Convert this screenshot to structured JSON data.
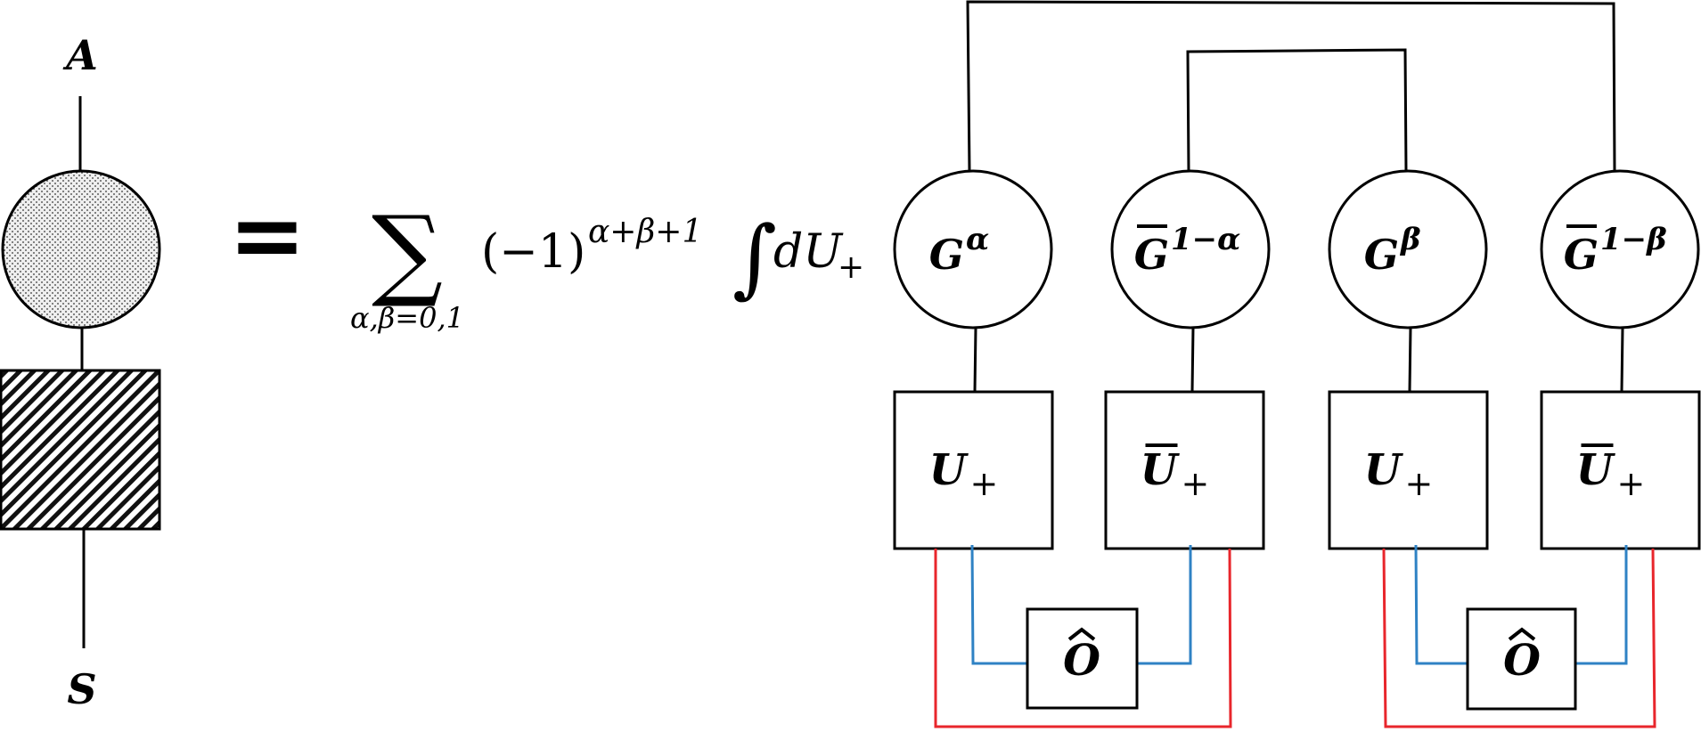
{
  "left": {
    "top_label": "A",
    "bottom_label": "S"
  },
  "equals": "=",
  "formula": {
    "sum": "∑",
    "sum_sub": "α,β=0,1",
    "factor": "(−1)",
    "exponent": "α+β+1",
    "integral": "∫",
    "measure": "dU",
    "measure_sub": "+"
  },
  "circles": [
    {
      "base": "G",
      "bar": false,
      "sup": "α"
    },
    {
      "base": "G",
      "bar": true,
      "sup": "1−α"
    },
    {
      "base": "G",
      "bar": false,
      "sup": "β"
    },
    {
      "base": "G",
      "bar": true,
      "sup": "1−β"
    }
  ],
  "boxes": [
    {
      "base": "U",
      "bar": false,
      "sub": "+"
    },
    {
      "base": "U",
      "bar": true,
      "sub": "+"
    },
    {
      "base": "U",
      "bar": false,
      "sub": "+"
    },
    {
      "base": "U",
      "bar": true,
      "sub": "+"
    }
  ],
  "operators": [
    {
      "label": "O"
    },
    {
      "label": "O"
    }
  ],
  "colors": {
    "red_wire": "#e8262c",
    "blue_wire": "#2f82c4",
    "black": "#000000",
    "circle_fill": "#eeeeee"
  }
}
